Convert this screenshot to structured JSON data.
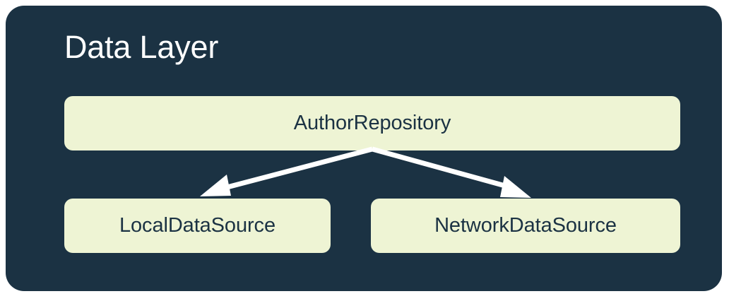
{
  "diagram": {
    "type": "architecture-diagram",
    "layer": {
      "title": "Data Layer",
      "background_color": "#1b3243",
      "title_color": "#ffffff"
    },
    "node_color": "#eef4d4",
    "node_text_color": "#1b3243",
    "connector_color": "#ffffff",
    "nodes": [
      {
        "id": "repository",
        "label": "AuthorRepository",
        "role": "repository",
        "row": 0
      },
      {
        "id": "local-data-source",
        "label": "LocalDataSource",
        "role": "data-source",
        "row": 1
      },
      {
        "id": "network-data-source",
        "label": "NetworkDataSource",
        "role": "data-source",
        "row": 1
      }
    ],
    "connectors": [
      {
        "from": "repository",
        "to": "local-data-source",
        "style": "solid-arrow",
        "direction": "down-left"
      },
      {
        "from": "repository",
        "to": "network-data-source",
        "style": "solid-arrow",
        "direction": "down-right"
      }
    ]
  }
}
